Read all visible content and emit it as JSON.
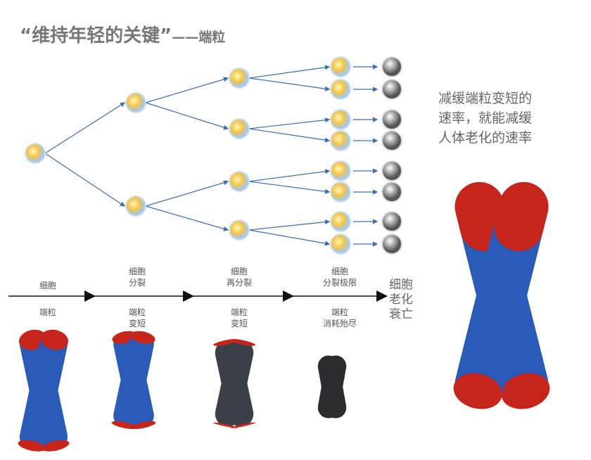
{
  "title": {
    "main": "“维持年轻的关键”",
    "sub": "——端粒"
  },
  "side_text": [
    "减缓端粒变短的",
    "速率，就能减缓",
    "人体老化的速率"
  ],
  "timeline": {
    "stages": [
      {
        "top": "细胞",
        "bottom": "端粒"
      },
      {
        "top": "细胞\n分裂",
        "bottom": "端粒\n变短"
      },
      {
        "top": "细胞\n再分裂",
        "bottom": "端粒\n变短"
      },
      {
        "top": "细胞\n分裂极限",
        "bottom": "端粒\n消耗殆尽"
      }
    ],
    "end_label": [
      "细胞",
      "老化",
      "衰亡"
    ]
  },
  "colors": {
    "chromosome_blue": "#2a5bb8",
    "telomere_red": "#c8251a",
    "dark_chromosome": "#3a3f48",
    "cell": "#f4c542",
    "arrow": "#3b6db3"
  }
}
